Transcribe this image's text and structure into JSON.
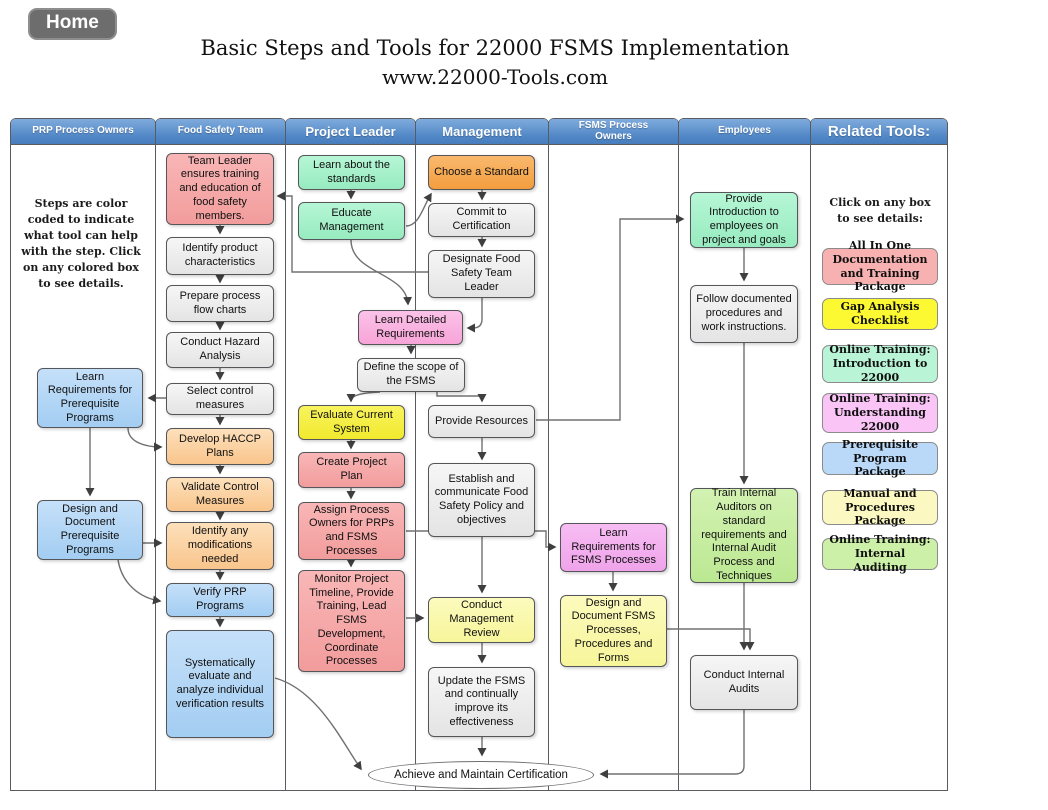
{
  "home_button": {
    "label": "Home"
  },
  "title": {
    "line1": "Basic Steps and Tools for 22000 FSMS Implementation",
    "line2": "www.22000-Tools.com"
  },
  "columns": [
    {
      "label": "PRP Process Owners"
    },
    {
      "label": "Food Safety Team"
    },
    {
      "label": "Project Leader"
    },
    {
      "label": "Management"
    },
    {
      "label": "FSMS Process Owners"
    },
    {
      "label": "Employees"
    },
    {
      "label": "Related Tools:"
    }
  ],
  "notes": {
    "steps_note": "Steps are color coded to indicate what tool can help with the step. Click on any colored box to see details.",
    "tools_note": "Click on any box to see details:"
  },
  "boxes": {
    "learn_prereq": {
      "text": "Learn Requirements for Prerequisite Programs"
    },
    "design_prereq": {
      "text": "Design and Document Prerequisite Programs"
    },
    "team_leader": {
      "text": "Team Leader ensures training and education of food safety members."
    },
    "identify_product": {
      "text": "Identify product characteristics"
    },
    "prepare_flow": {
      "text": "Prepare process flow charts"
    },
    "hazard_analysis": {
      "text": "Conduct Hazard Analysis"
    },
    "select_control": {
      "text": "Select control measures"
    },
    "develop_haccp": {
      "text": "Develop HACCP Plans"
    },
    "validate_control": {
      "text": "Validate Control Measures"
    },
    "identify_mods": {
      "text": "Identify any modifications needed"
    },
    "verify_prp": {
      "text": "Verify PRP Programs"
    },
    "systematic_eval": {
      "text": "Systematically evaluate and analyze individual verification results"
    },
    "learn_standards": {
      "text": "Learn about the standards"
    },
    "educate_mgmt": {
      "text": "Educate Management"
    },
    "learn_detailed": {
      "text": "Learn Detailed Requirements"
    },
    "define_scope": {
      "text": "Define the scope of the FSMS"
    },
    "evaluate_current": {
      "text": "Evaluate Current System"
    },
    "create_plan": {
      "text": "Create Project Plan"
    },
    "assign_owners": {
      "text": "Assign Process Owners for PRPs and FSMS Processes"
    },
    "monitor_project": {
      "text": "Monitor Project Timeline, Provide Training, Lead FSMS Development, Coordinate Processes"
    },
    "choose_standard": {
      "text": "Choose a Standard"
    },
    "commit_cert": {
      "text": "Commit to Certification"
    },
    "designate_leader": {
      "text": "Designate Food Safety Team Leader"
    },
    "provide_resources": {
      "text": "Provide Resources"
    },
    "establish_policy": {
      "text": "Establish and communicate Food Safety Policy and objectives"
    },
    "mgmt_review": {
      "text": "Conduct Management Review"
    },
    "update_fsms": {
      "text": "Update the FSMS and continually improve its effectiveness"
    },
    "learn_fsms_req": {
      "text": "Learn Requirements for FSMS Processes"
    },
    "design_fsms": {
      "text": "Design and Document FSMS Processes, Procedures and Forms"
    },
    "provide_intro": {
      "text": "Provide Introduction to employees on project and goals"
    },
    "follow_procedures": {
      "text": "Follow documented procedures and work instructions."
    },
    "train_auditors": {
      "text": "Train Internal Auditors on standard requirements and Internal Audit Process and Techniques"
    },
    "conduct_audits": {
      "text": "Conduct Internal Audits"
    }
  },
  "tools": {
    "all_in_one": {
      "text": "All In One Documentation and Training Package"
    },
    "gap_analysis": {
      "text": "Gap Analysis Checklist"
    },
    "training_intro": {
      "text": "Online Training: Introduction to 22000"
    },
    "training_understanding": {
      "text": "Online Training: Understanding 22000"
    },
    "prereq_package": {
      "text": "Prerequisite Program Package"
    },
    "manual_package": {
      "text": "Manual and Procedures Package"
    },
    "training_audit": {
      "text": "Online Training: Internal Auditing"
    }
  },
  "terminator": {
    "label": "Achieve and Maintain Certification"
  },
  "colors": {
    "header_blue": "#5c90cf",
    "box_salmon": "#f5a5a5",
    "box_peach": "#fbd3a4",
    "box_orange": "#f6a851",
    "box_mint": "#a7f1cd",
    "box_pink": "#f9b4e1",
    "box_magenta": "#f3b0f0",
    "box_yellow": "#f5ef45",
    "box_pale_yellow": "#fafaaf",
    "box_blue": "#b4d8f6",
    "box_green": "#c9efa2",
    "box_gray": "#ececec"
  }
}
